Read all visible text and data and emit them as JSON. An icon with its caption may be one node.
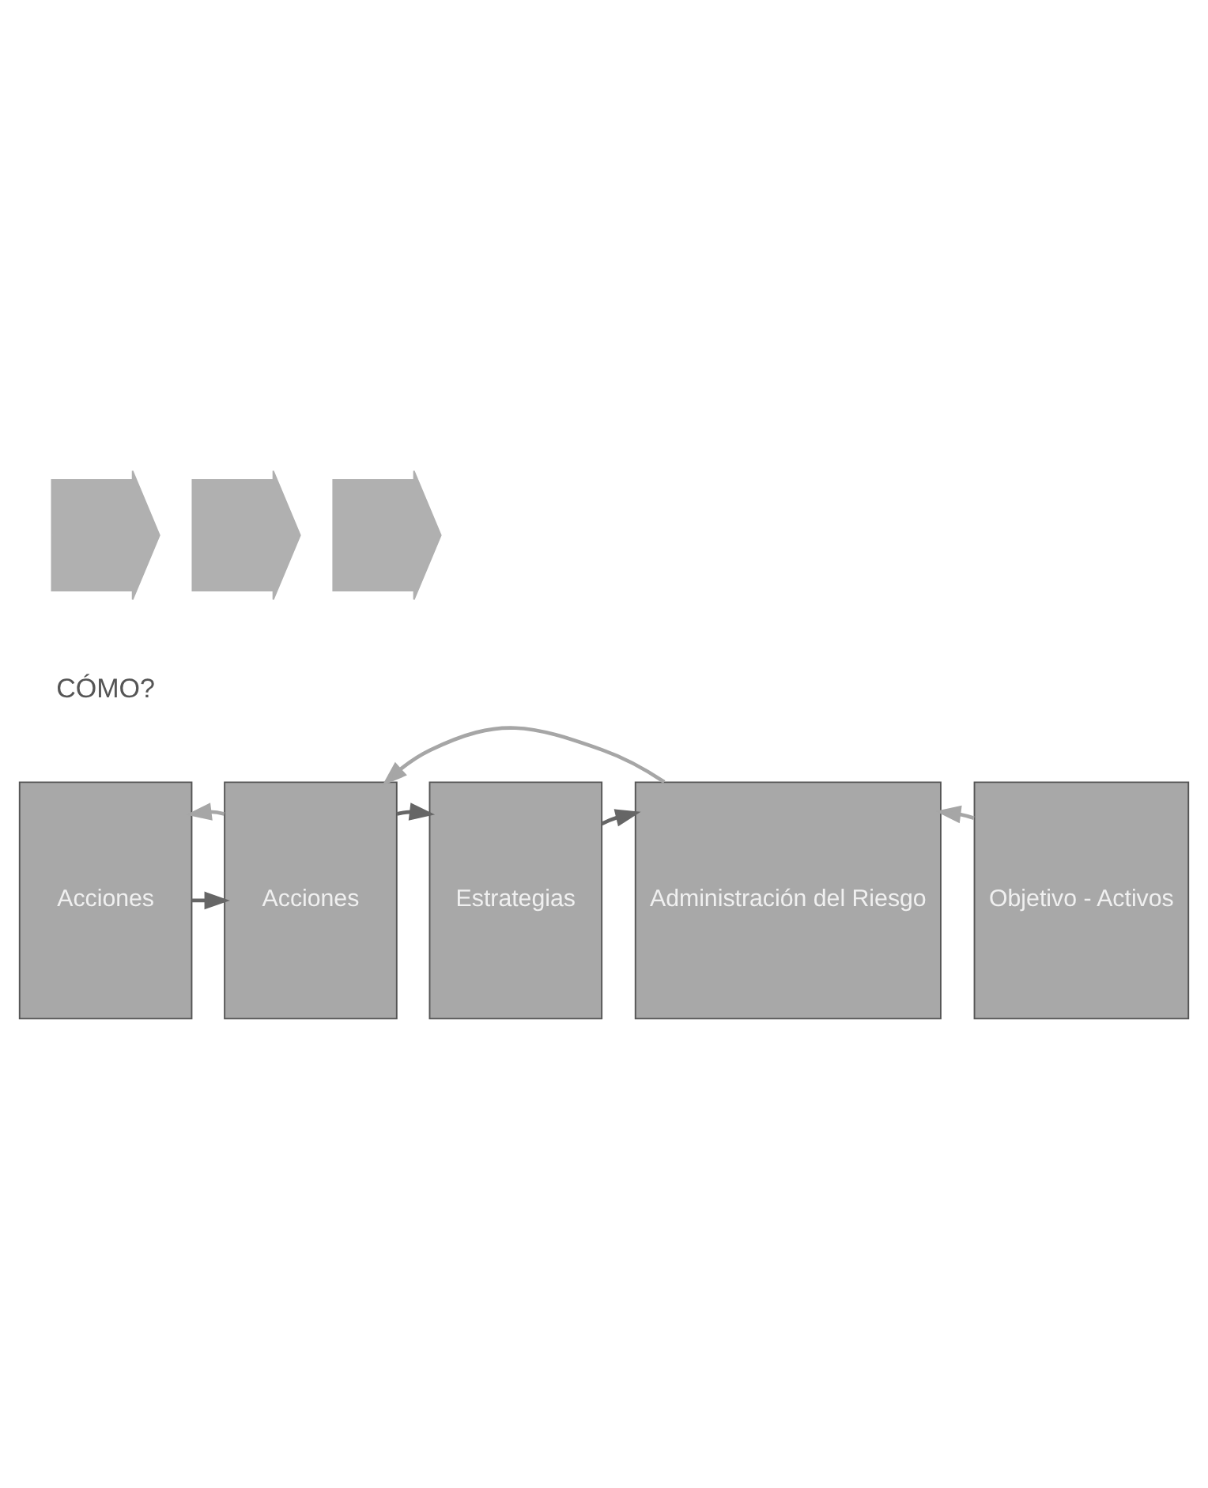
{
  "diagram": {
    "nodes": [
      {
        "text": [],
        "shape": "arrow"
      },
      {
        "text": [],
        "shape": "arrow"
      },
      {
        "text": [],
        "shape": "arrow"
      },
      {
        "text": [
          "Acciones"
        ]
      },
      {
        "text": [
          "Acciones"
        ]
      },
      {
        "text": [
          "Estrategias"
        ]
      },
      {
        "text": [
          "Administración del Riesgo"
        ]
      },
      {
        "text": [
          "Objetivo - Activos"
        ]
      }
    ],
    "edges": [
      {
        "from": 3,
        "to": 4,
        "arrow": "to"
      },
      {
        "from": 4,
        "to": 5,
        "arrow": "to"
      },
      {
        "from": 5,
        "to": 6,
        "arrow": "to"
      },
      {
        "from": 7,
        "to": 6,
        "arrow": "to",
        "color": "#a6a6a6"
      },
      {
        "from": 6,
        "to": 4,
        "arrow": "to",
        "color": "#a6a6a6"
      },
      {
        "from": 4,
        "to": 3,
        "arrow": "to",
        "color": "#a6a6a6"
      }
    ],
    "labels": [
      "CÓMO?"
    ]
  }
}
